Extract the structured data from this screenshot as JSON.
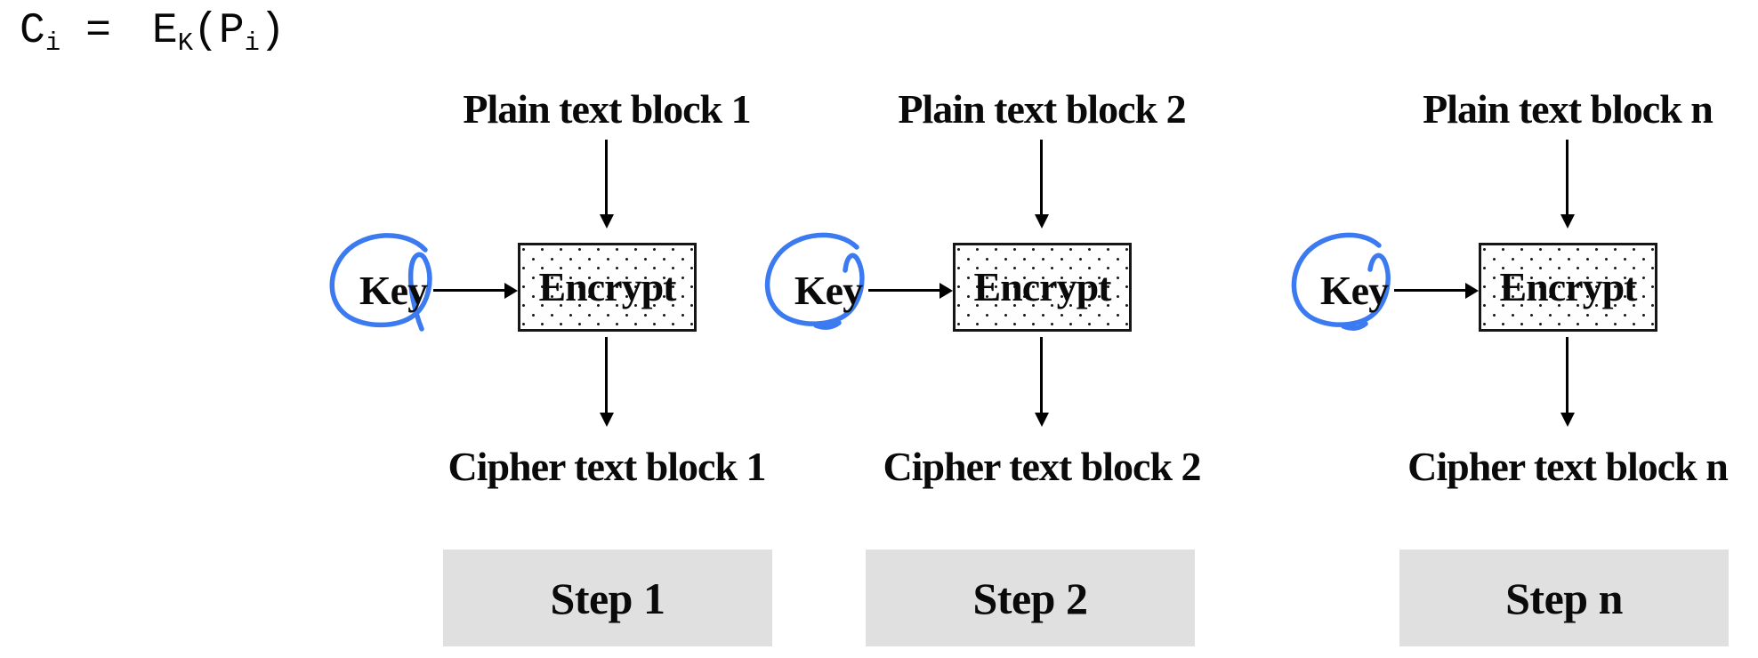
{
  "formula": {
    "lhs_base": "C",
    "lhs_sub": "i",
    "operator": "=",
    "rhs_base": "E",
    "rhs_sub": "K",
    "paren_open": "(",
    "arg_base": "P",
    "arg_sub": "i",
    "paren_close": ")"
  },
  "columns": [
    {
      "plain_label": "Plain text block 1",
      "key_label": "Key",
      "encrypt_label": "Encrypt",
      "cipher_label": "Cipher text block 1",
      "step_label": "Step 1"
    },
    {
      "plain_label": "Plain text block 2",
      "key_label": "Key",
      "encrypt_label": "Encrypt",
      "cipher_label": "Cipher text block 2",
      "step_label": "Step 2"
    },
    {
      "plain_label": "Plain text block n",
      "key_label": "Key",
      "encrypt_label": "Encrypt",
      "cipher_label": "Cipher text block n",
      "step_label": "Step n"
    }
  ],
  "colors": {
    "annotation_blue": "#3b7af0",
    "step_box_gray": "#e0e0e0",
    "diagram_black": "#0a0a0a"
  }
}
